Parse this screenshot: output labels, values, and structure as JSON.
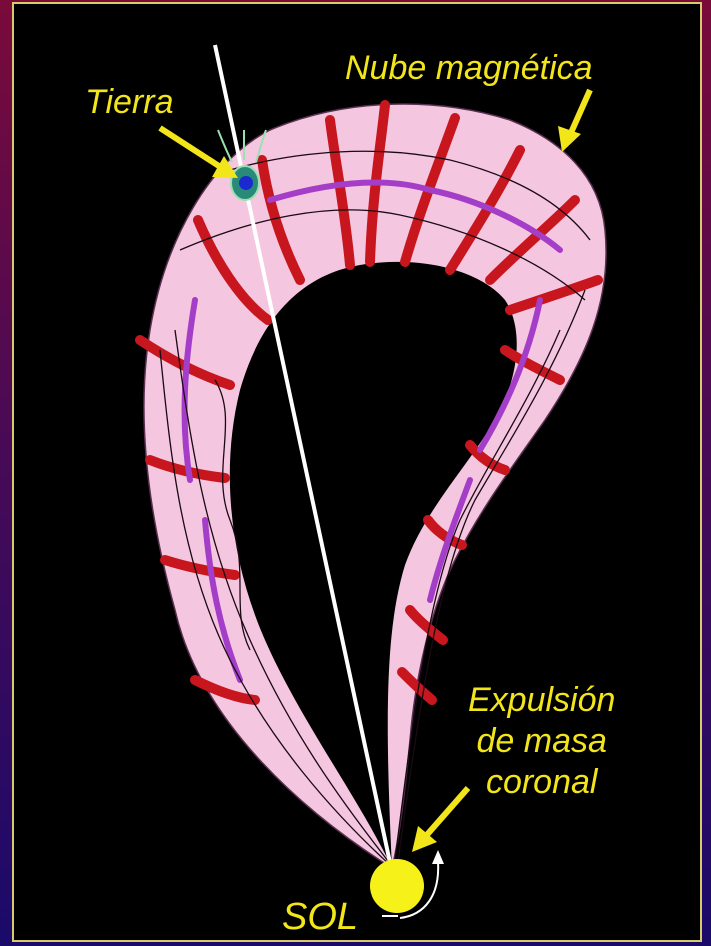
{
  "labels": {
    "magnetic_cloud": "Nube magnética",
    "earth": "Tierra",
    "cme_line1": "Expulsión",
    "cme_line2": "de masa",
    "cme_line3": "coronal",
    "sun": "SOL"
  },
  "colors": {
    "cloud_fill": "#f5c6e0",
    "flux_rope_red": "#c8161e",
    "flux_rope_purple": "#a43dc8",
    "label_yellow": "#f2e51a",
    "sun": "#f7f11a"
  }
}
